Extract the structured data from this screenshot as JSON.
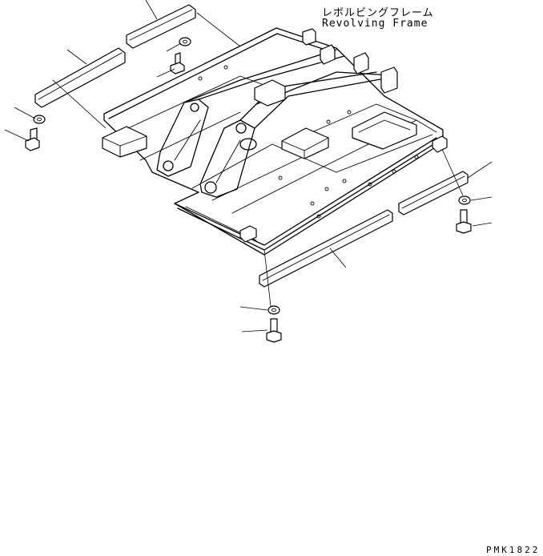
{
  "title": {
    "japanese": "レボルビングフレーム",
    "english": "Revolving Frame"
  },
  "drawing_code": "PMK1822",
  "colors": {
    "line": "#000000",
    "background": "#ffffff"
  }
}
